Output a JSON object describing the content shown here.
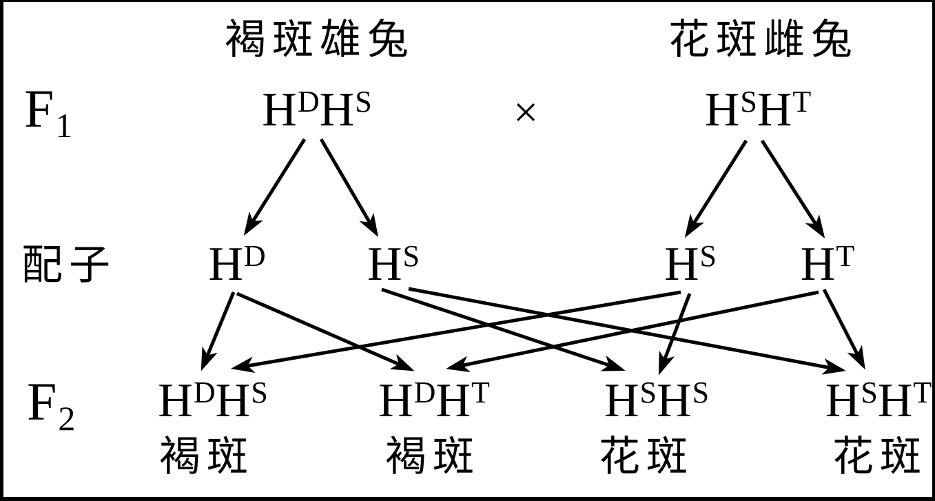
{
  "colors": {
    "ink": "#000000",
    "background": "#ffffff"
  },
  "parents": {
    "male_label": "褐斑雄兔",
    "female_label": "花斑雌兔"
  },
  "f1_row": {
    "label": {
      "base": "F",
      "sub": "1"
    },
    "male_genotype": {
      "b1": "H",
      "s1": "D",
      "b2": "H",
      "s2": "S"
    },
    "cross_symbol": "×",
    "female_genotype": {
      "b1": "H",
      "s1": "S",
      "b2": "H",
      "s2": "T"
    }
  },
  "gametes_row": {
    "label": "配子",
    "items": [
      {
        "base": "H",
        "sup": "D"
      },
      {
        "base": "H",
        "sup": "S"
      },
      {
        "base": "H",
        "sup": "S"
      },
      {
        "base": "H",
        "sup": "T"
      }
    ]
  },
  "f2_row": {
    "label": {
      "base": "F",
      "sub": "2"
    },
    "items": [
      {
        "b1": "H",
        "s1": "D",
        "b2": "H",
        "s2": "S",
        "phenotype": "褐斑"
      },
      {
        "b1": "H",
        "s1": "D",
        "b2": "H",
        "s2": "T",
        "phenotype": "褐斑"
      },
      {
        "b1": "H",
        "s1": "S",
        "b2": "H",
        "s2": "S",
        "phenotype": "花斑"
      },
      {
        "b1": "H",
        "s1": "S",
        "b2": "H",
        "s2": "T",
        "phenotype": "花斑"
      }
    ]
  }
}
